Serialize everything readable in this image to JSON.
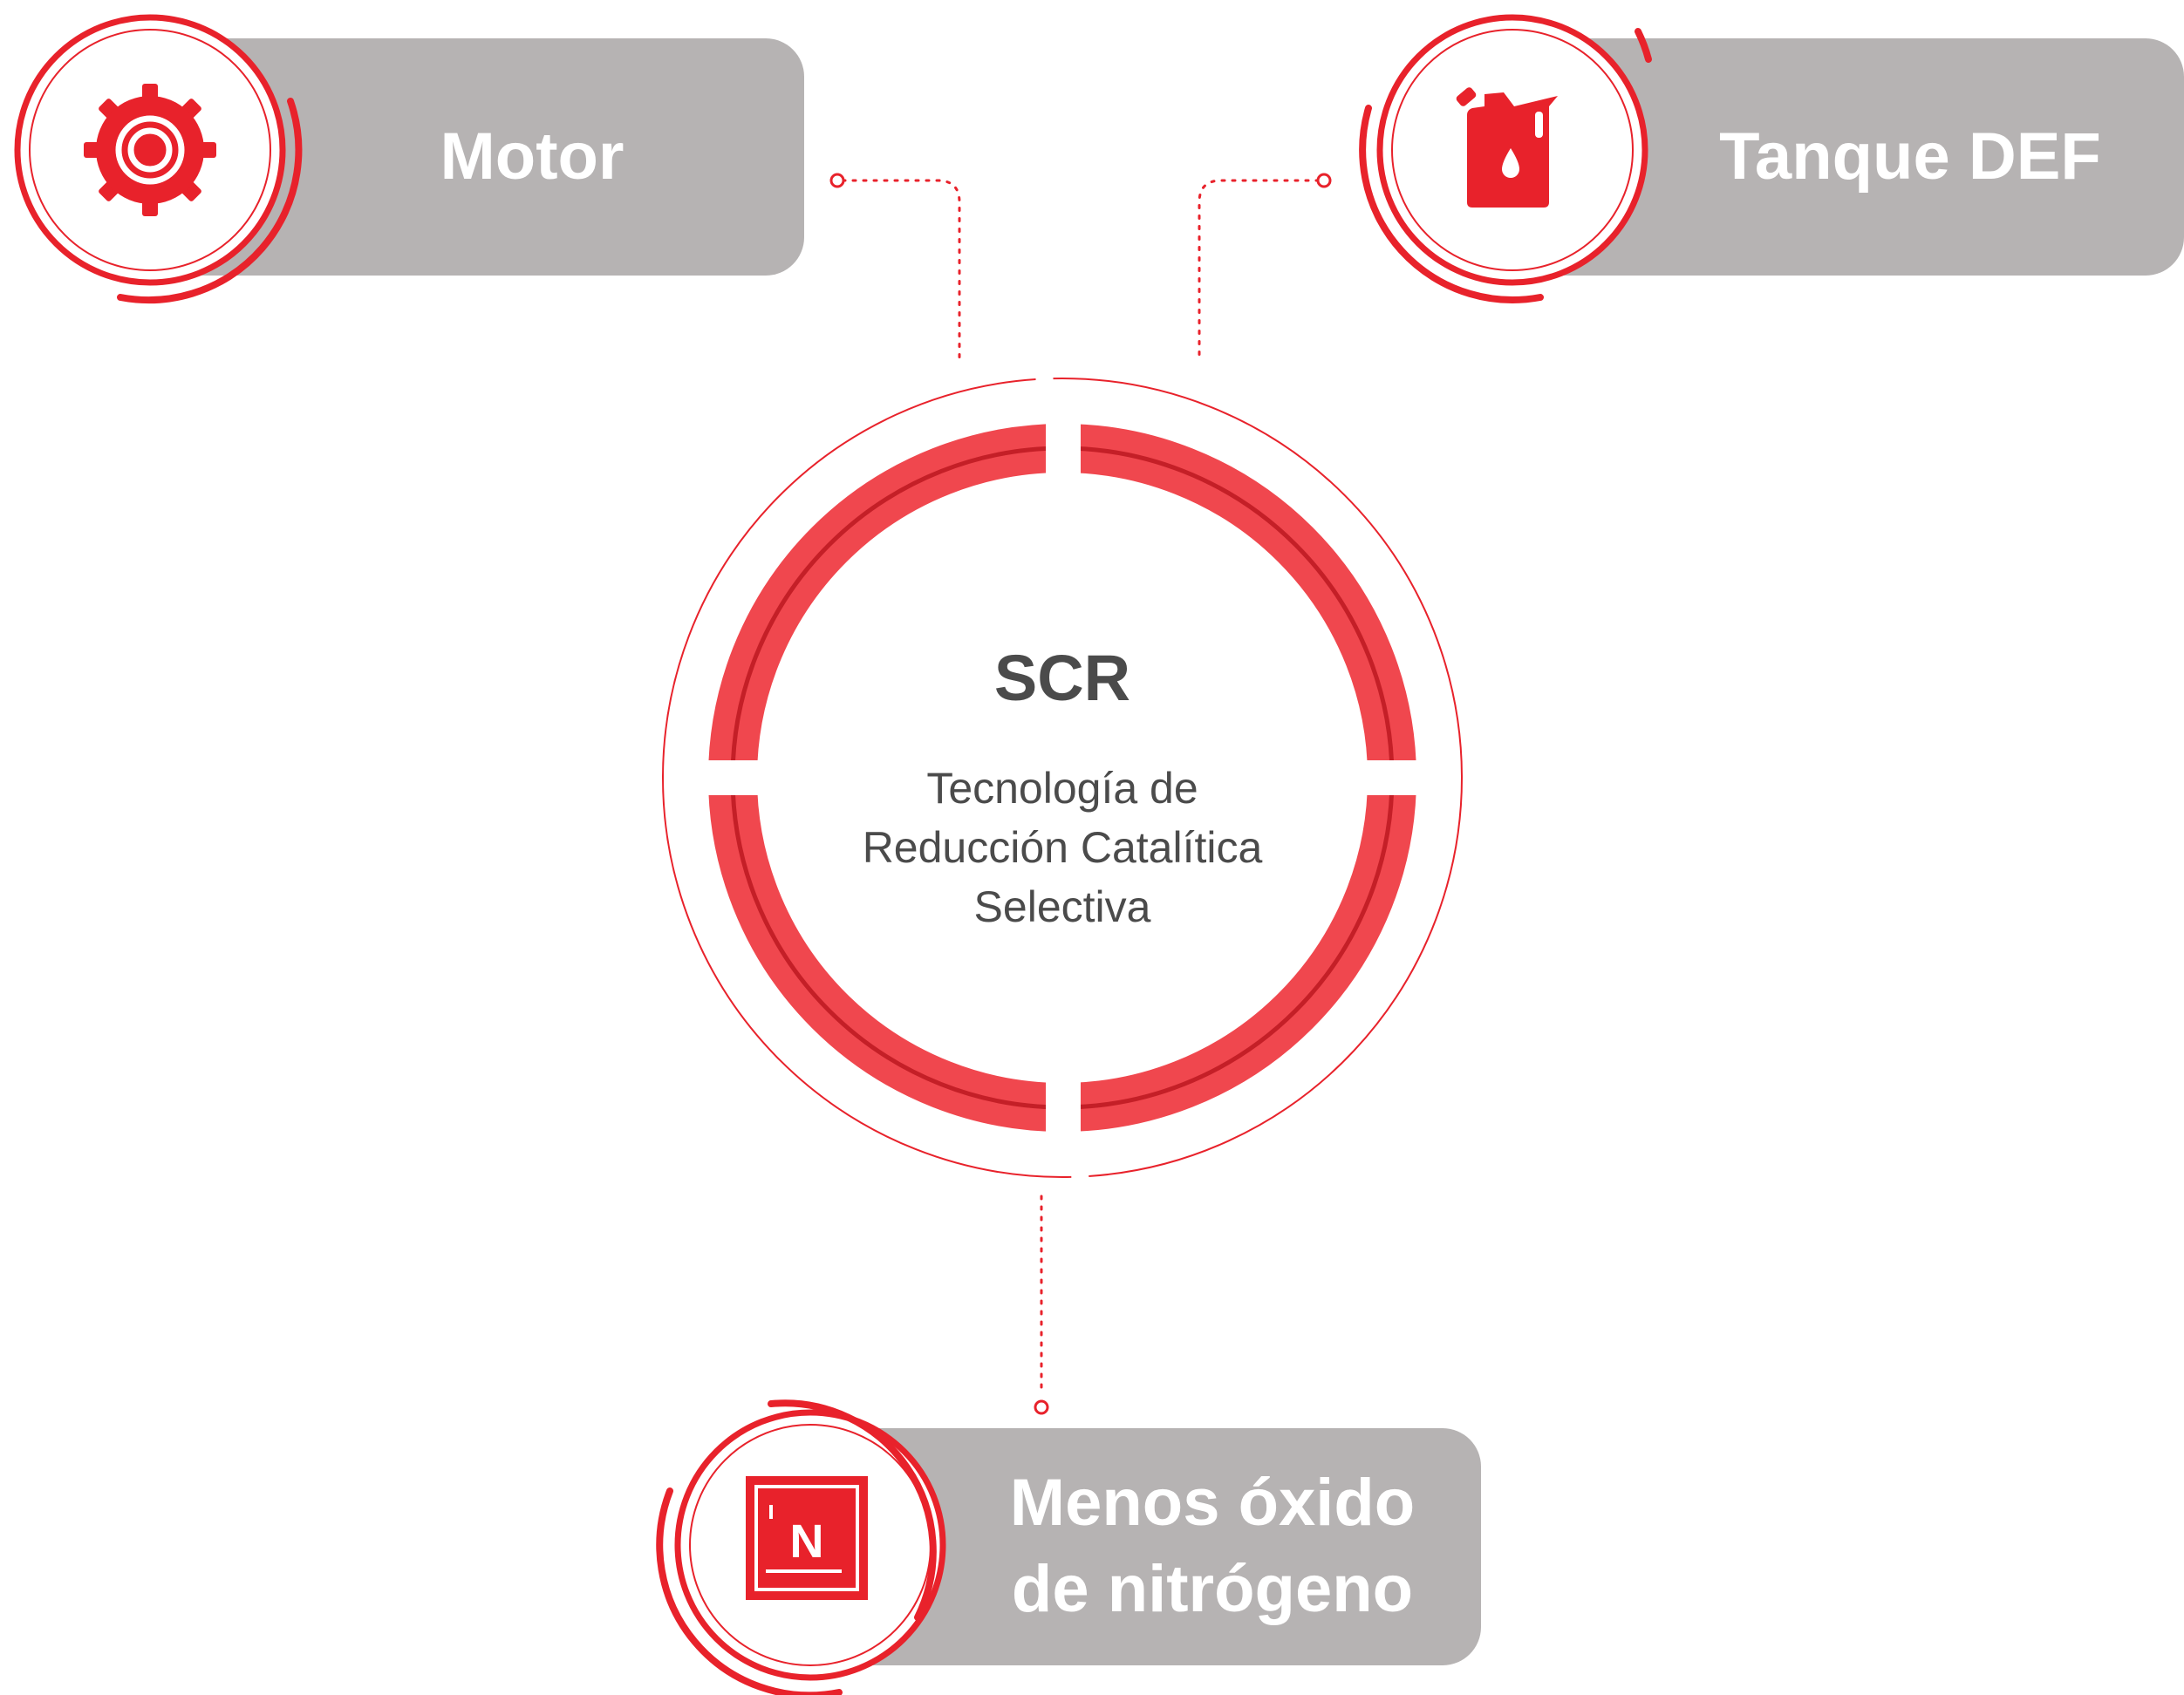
{
  "colors": {
    "red": "#e8222b",
    "red_light": "#f0474e",
    "red_dark": "#c41f27",
    "pill": "#b6b3b3",
    "text_dark": "#4b4b4b",
    "white": "#ffffff"
  },
  "center": {
    "title": "SCR",
    "subtitle_lines": [
      "Tecnología de",
      "Reducción Catalítica",
      "Selectiva"
    ]
  },
  "nodes": {
    "motor": {
      "label": "Motor",
      "icon": "gear-icon"
    },
    "def": {
      "label": "Tanque DEF",
      "icon": "fuel-tank-icon"
    },
    "nox": {
      "label_lines": [
        "Menos óxido",
        "de nitrógeno"
      ],
      "icon": "nitrogen-element-icon",
      "icon_text": "N"
    }
  }
}
